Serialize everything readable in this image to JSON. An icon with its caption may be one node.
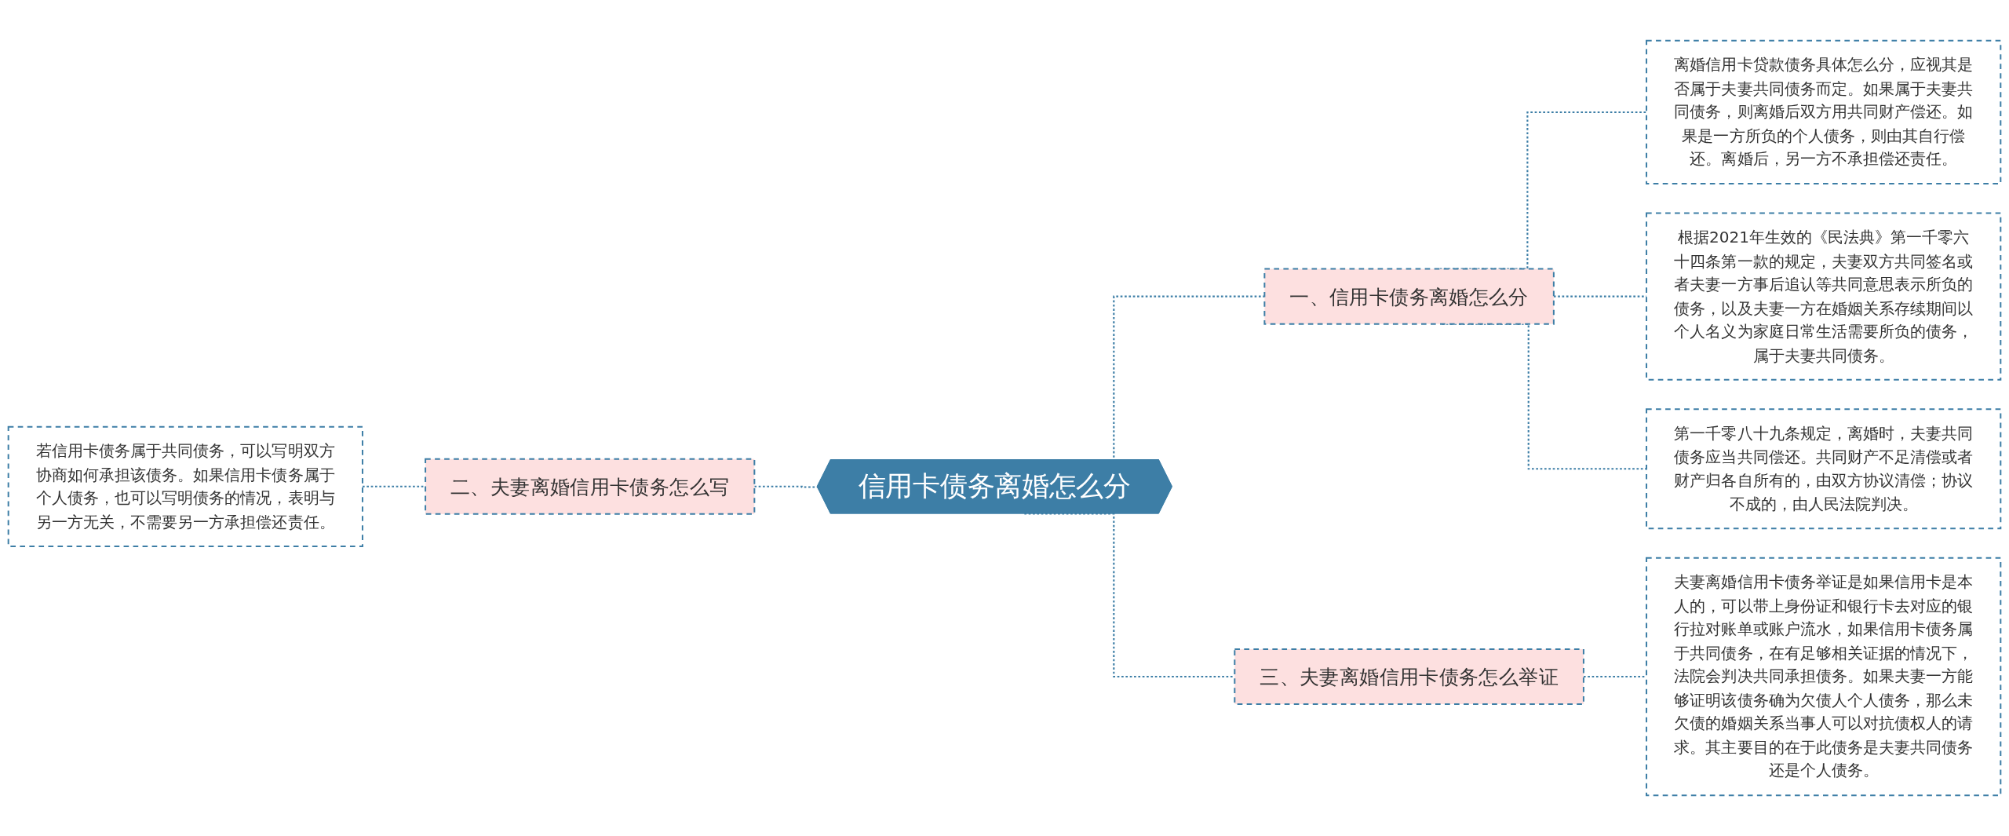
{
  "diagram": {
    "nodes": [
      {
        "text": [
          "信用卡债务离婚怎么分"
        ]
      },
      {
        "text": [
          "一、信用卡债务离婚怎么分"
        ]
      },
      {
        "text": [
          "离婚信用卡贷款债务具体怎么分，应视其是否属于夫妻共同债务而定。如果属于夫妻共同债务，则离婚后双方用共同财产偿还。如果是一方所负的个人债务，则由其自行偿还。离婚后，另一方不承担偿还责任。"
        ]
      },
      {
        "text": [
          "根据2021年生效的《民法典》第一千零六十四条第一款的规定，夫妻双方共同签名或者夫妻一方事后追认等共同意思表示所负的债务，以及夫妻一方在婚姻关系存续期间以个人名义为家庭日常生活需要所负的债务，属于夫妻共同债务。"
        ]
      },
      {
        "text": [
          "第一千零八十九条规定，离婚时，夫妻共同债务应当共同偿还。共同财产不足清偿或者财产归各自所有的，由双方协议清偿；协议不成的，由人民法院判决。"
        ]
      },
      {
        "text": [
          "二、夫妻离婚信用卡债务怎么写"
        ]
      },
      {
        "text": [
          "若信用卡债务属于共同债务，可以写明双方协商如何承担该债务。如果信用卡债务属于个人债务，也可以写明债务的情况，表明与另一方无关，不需要另一方承担偿还责任。"
        ]
      },
      {
        "text": [
          "三、夫妻离婚信用卡债务怎么举证"
        ]
      },
      {
        "text": [
          "夫妻离婚信用卡债务举证是如果信用卡是本人的，可以带上身份证和银行卡去对应的银行拉对账单或账户流水，如果信用卡债务属于共同债务，在有足够相关证据的情况下，法院会判决共同承担债务。如果夫妻一方能够证明该债务确为欠债人个人债务，那么未欠债的婚姻关系当事人可以对抗债权人的请求。其主要目的在于此债务是夫妻共同债务还是个人债务。"
        ]
      }
    ],
    "edges": [
      {
        "from": 0,
        "to": 1,
        "arrow": "none",
        "style": "dashed"
      },
      {
        "from": 1,
        "to": 2,
        "arrow": "none",
        "style": "dashed"
      },
      {
        "from": 1,
        "to": 3,
        "arrow": "none",
        "style": "dashed"
      },
      {
        "from": 1,
        "to": 4,
        "arrow": "none",
        "style": "dashed"
      },
      {
        "from": 0,
        "to": 5,
        "arrow": "none",
        "style": "dashed"
      },
      {
        "from": 5,
        "to": 6,
        "arrow": "none",
        "style": "dashed"
      },
      {
        "from": 0,
        "to": 7,
        "arrow": "none",
        "style": "dashed"
      },
      {
        "from": 7,
        "to": 8,
        "arrow": "none",
        "style": "dashed"
      }
    ]
  }
}
